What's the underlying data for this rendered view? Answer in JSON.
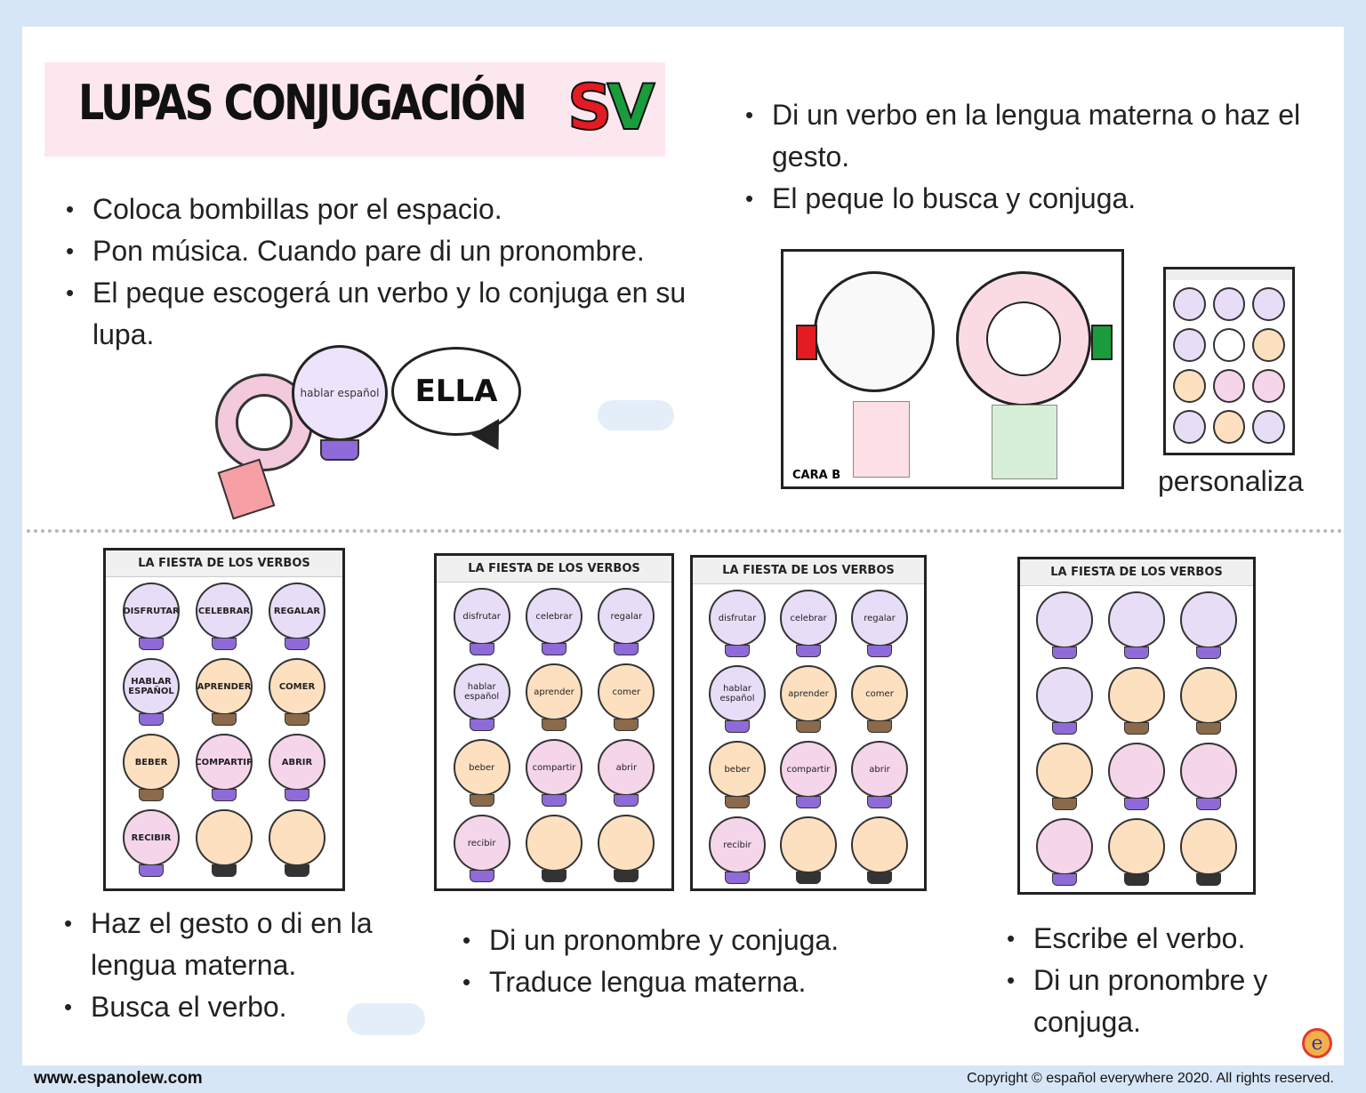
{
  "title": "LUPAS CONJUGACIÓN",
  "logo": {
    "s": "S",
    "v": "V"
  },
  "top_left_bullets": [
    "Coloca bombillas por el espacio.",
    "Pon música. Cuando pare di un pronombre.",
    "El peque escogerá un verbo y lo conjuga en su lupa."
  ],
  "top_right_bullets": [
    "Di un verbo en la lengua materna o haz el gesto.",
    "El peque lo busca y conjuga."
  ],
  "lupa": {
    "bulb_text": "hablar español",
    "speech": "ELLA"
  },
  "cara_b": "CARA B",
  "personaliza": "personaliza",
  "sheet_title": "LA FIESTA DE LOS VERBOS",
  "verbs_upper": [
    "DISFRUTAR",
    "CELEBRAR",
    "REGALAR",
    "HABLAR ESPAÑOL",
    "APRENDER",
    "COMER",
    "BEBER",
    "COMPARTIR",
    "ABRIR",
    "RECIBIR",
    "",
    ""
  ],
  "verbs_lower": [
    "disfrutar",
    "celebrar",
    "regalar",
    "hablar español",
    "aprender",
    "comer",
    "beber",
    "compartir",
    "abrir",
    "recibir",
    "",
    ""
  ],
  "bottom_left_bullets": [
    "Haz el gesto o di en la lengua materna.",
    "Busca el verbo."
  ],
  "bottom_mid_bullets": [
    "Di un pronombre y conjuga.",
    "Traduce lengua materna."
  ],
  "bottom_right_bullets": [
    "Escribe el verbo.",
    "Di un pronombre y conjuga."
  ],
  "footer": {
    "site": "www.espanolew.com",
    "copyright": "Copyright © español everywhere 2020. All rights reserved."
  },
  "colors": {
    "background": "#d7e6f7",
    "title_bg": "#fde7ef",
    "purple": "#e8ddf7",
    "peach": "#fde0c0",
    "pink": "#f5d5ea"
  }
}
